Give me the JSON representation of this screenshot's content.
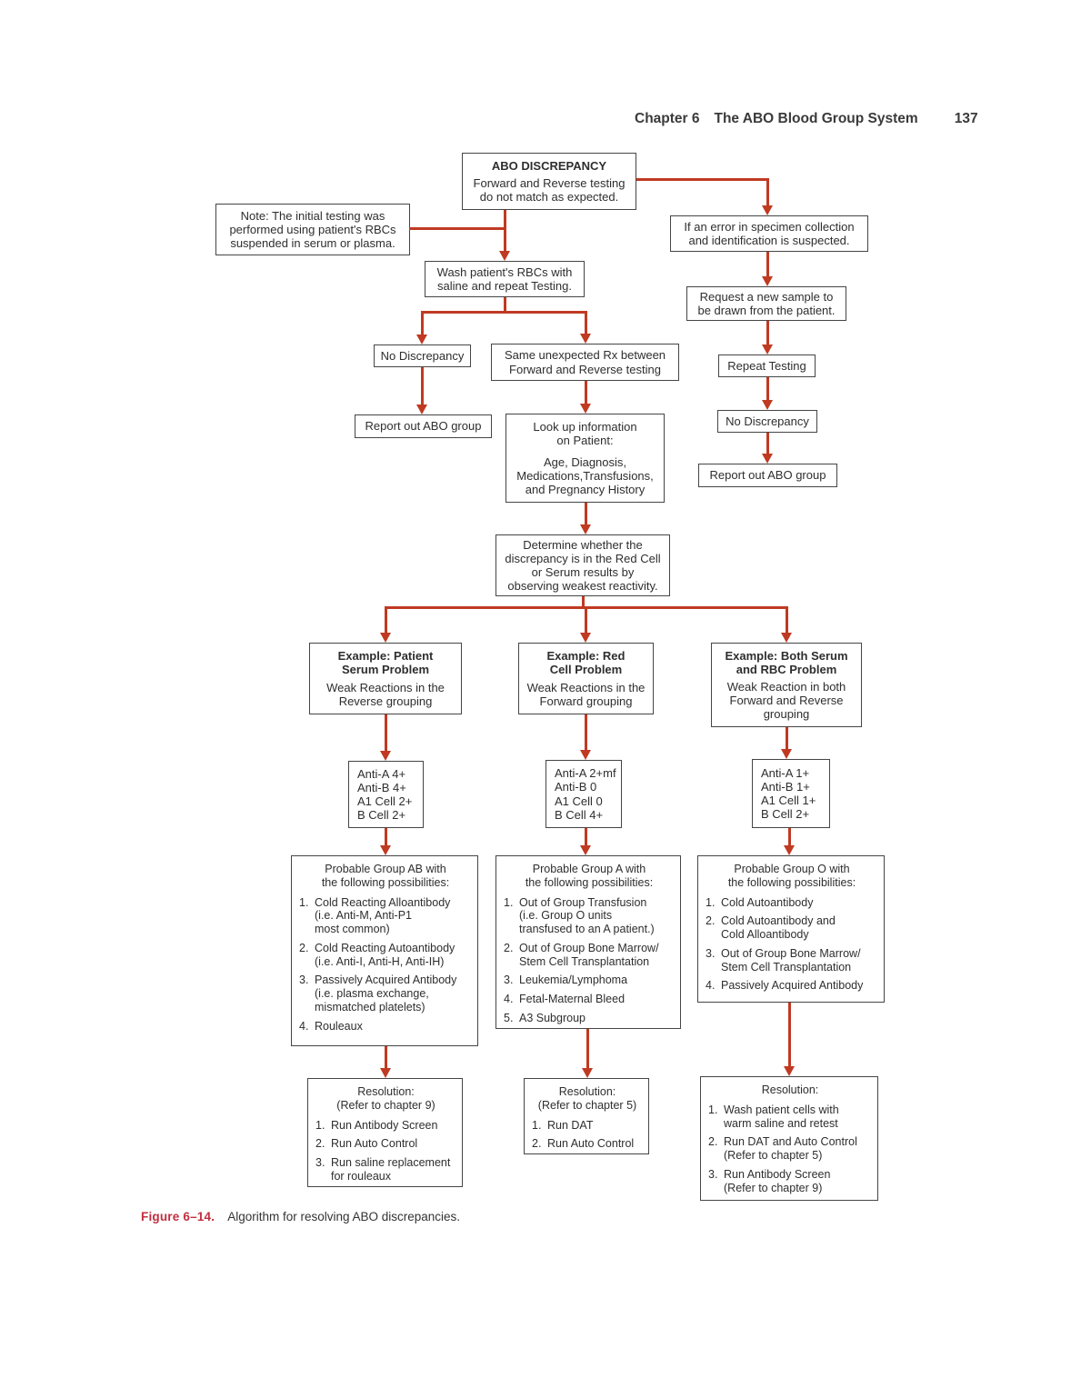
{
  "page": {
    "header": {
      "chapter": "Chapter 6",
      "title": "The ABO Blood Group System",
      "page_number": "137"
    },
    "caption": {
      "label": "Figure 6–14.",
      "text": "Algorithm for resolving ABO discrepancies."
    }
  },
  "colors": {
    "arrow": "#c03a22",
    "caption": "#c22e3e",
    "border": "#454545",
    "text": "#2e2e2e"
  },
  "nodes": {
    "abo": {
      "title": "ABO DISCREPANCY",
      "body": "Forward and Reverse testing\ndo not match as expected."
    },
    "note": {
      "body": "Note: The initial testing was\nperformed using patient's RBCs\nsuspended in serum or plasma."
    },
    "error": {
      "body": "If an error in specimen collection\nand identification is suspected."
    },
    "wash": {
      "body": "Wash patient's RBCs with\nsaline and repeat Testing."
    },
    "request": {
      "body": "Request a new sample to\nbe drawn from the patient."
    },
    "repeat": {
      "body": "Repeat Testing"
    },
    "no_disc_right": {
      "body": "No Discrepancy"
    },
    "report_right": {
      "body": "Report out ABO group"
    },
    "no_disc_left": {
      "body": "No Discrepancy"
    },
    "same_rx": {
      "body": "Same unexpected Rx between\nForward and Reverse testing"
    },
    "report_left": {
      "body": "Report out ABO group"
    },
    "lookup": {
      "body": "Look up information\non Patient:",
      "body2": "Age, Diagnosis,\nMedications,Transfusions,\nand Pregnancy History"
    },
    "determine": {
      "body": "Determine whether the\ndiscrepancy is in the Red Cell\nor Serum results by\nobserving weakest reactivity."
    },
    "ex_serum": {
      "title": "Example: Patient\nSerum Problem",
      "body": "Weak Reactions in the\nReverse grouping"
    },
    "ex_red": {
      "title": "Example: Red\nCell Problem",
      "body": "Weak Reactions in the\nForward grouping"
    },
    "ex_both": {
      "title": "Example: Both Serum\nand RBC Problem",
      "body": "Weak Reaction in both\nForward and Reverse\ngrouping"
    },
    "ab_serum": {
      "body": "Anti-A 4+\nAnti-B 4+\nA1 Cell 2+\nB Cell 2+"
    },
    "ab_red": {
      "body": "Anti-A 2+mf\nAnti-B 0\nA1 Cell 0\nB Cell 4+"
    },
    "ab_both": {
      "body": "Anti-A 1+\nAnti-B 1+\nA1 Cell 1+\nB Cell 2+"
    },
    "prob_ab": {
      "heading": "Probable Group AB with\nthe following possibilities:",
      "items": [
        "Cold Reacting Alloantibody\n(i.e. Anti-M, Anti-P1\nmost common)",
        "Cold Reacting Autoantibody\n(i.e. Anti-I, Anti-H, Anti-IH)",
        "Passively Acquired Antibody\n(i.e. plasma exchange,\nmismatched platelets)",
        "Rouleaux"
      ]
    },
    "prob_a": {
      "heading": "Probable Group A with\nthe following possibilities:",
      "items": [
        "Out of Group Transfusion\n(i.e. Group O units\ntransfused to an A patient.)",
        "Out of Group Bone Marrow/\nStem Cell Transplantation",
        "Leukemia/Lymphoma",
        "Fetal-Maternal Bleed",
        "A3 Subgroup"
      ]
    },
    "prob_o": {
      "heading": "Probable Group O with\nthe following possibilities:",
      "items": [
        "Cold Autoantibody",
        "Cold Autoantibody and\nCold Alloantibody",
        "Out of Group Bone Marrow/\nStem Cell Transplantation",
        "Passively Acquired Antibody"
      ]
    },
    "res_serum": {
      "heading": "Resolution:\n(Refer to chapter 9)",
      "items": [
        "Run Antibody Screen",
        "Run Auto Control",
        "Run saline replacement\nfor rouleaux"
      ]
    },
    "res_red": {
      "heading": "Resolution:\n(Refer to chapter 5)",
      "items": [
        "Run DAT",
        "Run Auto Control"
      ]
    },
    "res_both": {
      "heading": "Resolution:",
      "items": [
        "Wash patient cells with\nwarm saline and retest",
        "Run DAT and Auto Control\n(Refer to chapter 5)",
        "Run Antibody Screen\n(Refer to chapter 9)"
      ]
    }
  }
}
